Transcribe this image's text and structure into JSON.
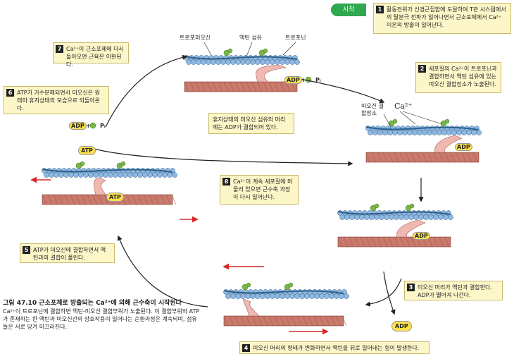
{
  "start_label": "시작",
  "steps": [
    {
      "num": "1",
      "text": "활동전위가 신경근접합에 도달하여 T관 시스템에서의 탈분극 전파가 일어나면서 근소포체에서 Ca²⁺ 이온의 방출이 일어난다."
    },
    {
      "num": "2",
      "text": "세포질의 Ca²⁺이 트로포닌과 결합하면서 액틴 섬유에 있는 미오신 결합장소가 노출된다."
    },
    {
      "num": "3",
      "text": "미오신 머리가 액틴과 결합한다. ADP가 떨어져 나간다."
    },
    {
      "num": "4",
      "text": "미오신 머리의 형태가 변화하면서 액틴을 뒤로 밀어내는 힘이 발생한다."
    },
    {
      "num": "5",
      "text": "ATP가 미오신에 결합하면서 액틴과의 결합이 풀린다."
    },
    {
      "num": "6",
      "text": "ATP가 가수분해되면서 미오신은 원래의 휴지상태의 모습으로 되돌아온다."
    },
    {
      "num": "7",
      "text": "Ca²⁺이 근소포체에 다시 돌아오면 근육은 이완된다."
    },
    {
      "num": "8",
      "text": "Ca²⁺이 계속 세포질에 머물러 있으면 근수축 과정이 다시 일어난다."
    }
  ],
  "rest_note": "휴지상태의 미오신 섬유의 머리에는 ADP가 결합되어 있다.",
  "labels": {
    "tropomyosin": "트로포미오신",
    "actin": "액틴 섬유",
    "troponin": "트로포닌",
    "binding_site": "미오신 결합장소",
    "calcium": "Ca²⁺"
  },
  "chem": {
    "adp": "ADP",
    "atp": "ATP",
    "pi": "Pᵢ",
    "plus": "+"
  },
  "caption": {
    "title": "그림 47.10  근소포체로 방출되는 Ca²⁺에 의해 근수축이 시작된다",
    "body": "Ca²⁺이 트로포닌에 결합하면 액틴-미오신 결합부위가 노출된다. 이 결합부위와 ATP가 존재하는 한 액틴과 미오신간의 상호작용이 일어나는 순환과정은 계속되며, 섬유들은 서로 당겨 미끄러진다."
  },
  "colors": {
    "actin": "#8fb8e0",
    "tropo": "#2c5f8a",
    "troponin": "#7ab648",
    "myosin": "#f0b8b0",
    "atp": "#ffe14d",
    "callout": "#fdf6c8",
    "arrow": "#d62828"
  }
}
